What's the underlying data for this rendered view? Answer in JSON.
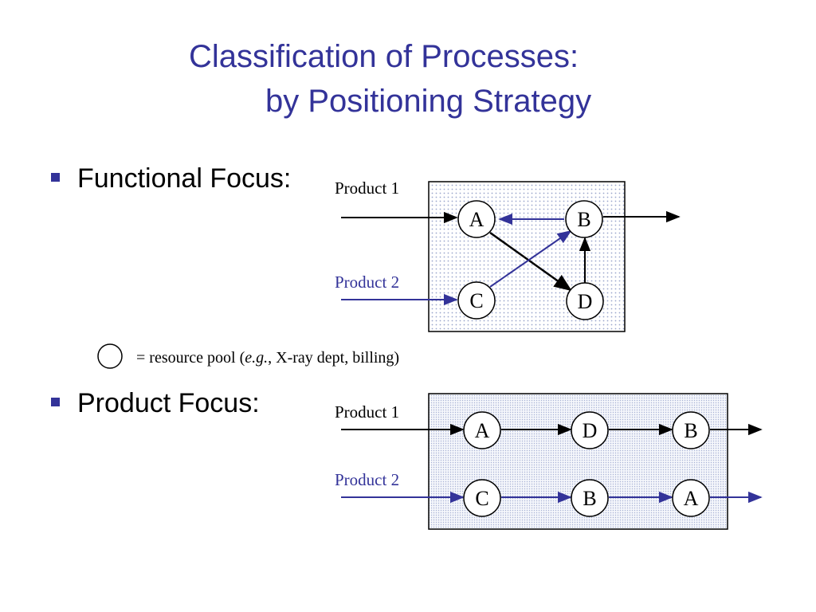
{
  "title": {
    "line1": "Classification of Processes:",
    "line2": "by Positioning Strategy"
  },
  "bullets": [
    {
      "label": "Functional Focus:"
    },
    {
      "label": "Product Focus:"
    }
  ],
  "functional_diagram": {
    "product1_label": "Product 1",
    "product2_label": "Product 2",
    "nodes": {
      "a": "A",
      "b": "B",
      "c": "C",
      "d": "D"
    }
  },
  "legend": {
    "text_prefix": "= resource pool (",
    "text_italic": "e.g.",
    "text_suffix": ", X-ray dept, billing)"
  },
  "product_diagram": {
    "product1_label": "Product 1",
    "product2_label": "Product 2",
    "row1_nodes": [
      "A",
      "D",
      "B"
    ],
    "row2_nodes": [
      "C",
      "B",
      "A"
    ]
  },
  "colors": {
    "title": "#333399",
    "product2": "#333399",
    "product1": "#000000",
    "box_fill": "#eef0f8"
  }
}
